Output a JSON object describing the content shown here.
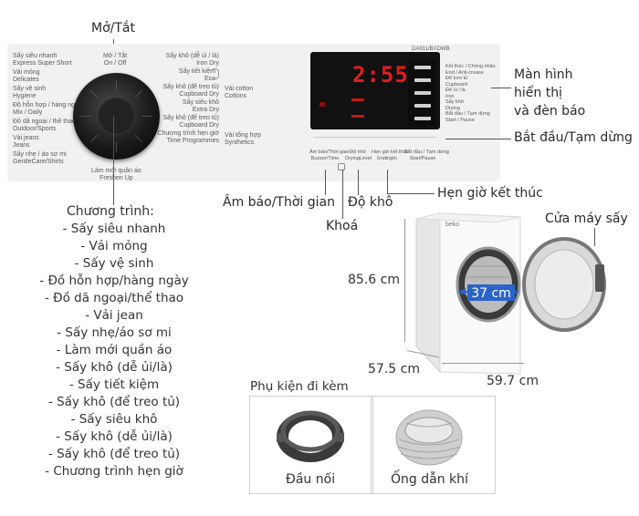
{
  "callouts": {
    "power": "Mở/Tắt",
    "display_1": "Màn hình",
    "display_2": "hiển thị",
    "display_3": "và đèn báo",
    "start_pause": "Bắt đầu/Tạm dừng",
    "buzzer_time": "Âm báo/Thời gian",
    "dry_level": "Độ khô",
    "end_timer": "Hẹn giờ kết thúc",
    "lock": "Khoá",
    "door": "Cửa máy sấy"
  },
  "panel": {
    "model": "DA911/BXDWB",
    "time": "2:55",
    "dial_top": [
      "Mở / Tắt",
      "On / Off"
    ],
    "left_programs": [
      [
        "Sấy siêu nhanh",
        "Express Super Short"
      ],
      [
        "Vải mỏng",
        "Delicates"
      ],
      [
        "Sấy vệ sinh",
        "Hygiene"
      ],
      [
        "Đồ hỗn hợp / hàng ngày",
        "Mix / Daily"
      ],
      [
        "Đồ dã ngoại / thể thao",
        "Outdoor/Sports"
      ],
      [
        "Vải jeans",
        "Jeans"
      ],
      [
        "Sấy nhẹ / áo sơ mi",
        "GentleCare/Shirts"
      ]
    ],
    "bottom_program": [
      "Làm mới quần áo",
      "Freshen Up"
    ],
    "right_programs": [
      [
        "Sấy khô (dễ ủi / là)",
        "Iron Dry"
      ],
      [
        "Sấy tiết kiệm",
        "Eco"
      ],
      [
        "Sấy khô (để treo tủ)",
        "Cupboard Dry"
      ],
      [
        "Sấy siêu khô",
        "Extra Dry"
      ],
      [
        "Sấy khô (để treo tủ)",
        "Cupboard Dry"
      ],
      [
        "Chương trình hẹn giờ",
        "Time Programmes"
      ]
    ],
    "side_programs": [
      [
        "Vải cotton",
        "Cottons"
      ],
      [
        "Vải tổng hợp",
        "Synthetics"
      ]
    ],
    "indicators": [
      [
        "Kết thúc / Chống nhăn",
        "End / Anti-crease"
      ],
      [
        "Để treo tủ",
        "Cupboard"
      ],
      [
        "Để ủi / là",
        "Iron"
      ],
      [
        "Sấy khô",
        "Drying"
      ],
      [
        "Bắt đầu / Tạm dừng",
        "Start / Pause"
      ]
    ],
    "buttons": [
      [
        "Âm báo/Thời gian",
        "Buzzer/Time"
      ],
      [
        "Độ khô",
        "DryingLevel"
      ],
      [
        "Hẹn giờ kết thúc",
        "EndingIn"
      ],
      [
        "Bắt đầu / Tạm dừng",
        "Start/Pause"
      ]
    ]
  },
  "programs": {
    "title": "Chương trình:",
    "items": [
      "- Sấy siêu nhanh",
      "- Vải mỏng",
      "- Sấy vệ sinh",
      "- Đồ hỗn hợp/hàng ngày",
      "- Đồ dã ngoại/thể thao",
      "- Vải jean",
      "- Sấy nhẹ/áo sơ mi",
      "- Làm mới quần áo",
      "- Sấy khô (dễ ủi/là)",
      "- Sấy tiết kiệm",
      "- Sấy khô (để treo tủ)",
      "- Sấy siêu khô",
      "- Sấy khô (dễ ủi/là)",
      "- Sấy khô (để treo tủ)",
      "- Chương trình hẹn giờ"
    ]
  },
  "dimensions": {
    "height": "85.6 cm",
    "depth": "57.5 cm",
    "width": "59.7 cm",
    "door": "37 cm"
  },
  "accessories": {
    "title": "Phụ kiện đi kèm",
    "items": [
      "Đầu nối",
      "Ống dẫn khí"
    ]
  },
  "brand": "beko",
  "colors": {
    "accent_blue": "#2b64c8",
    "led_red": "#e21d1d",
    "dial_black": "#111111"
  }
}
